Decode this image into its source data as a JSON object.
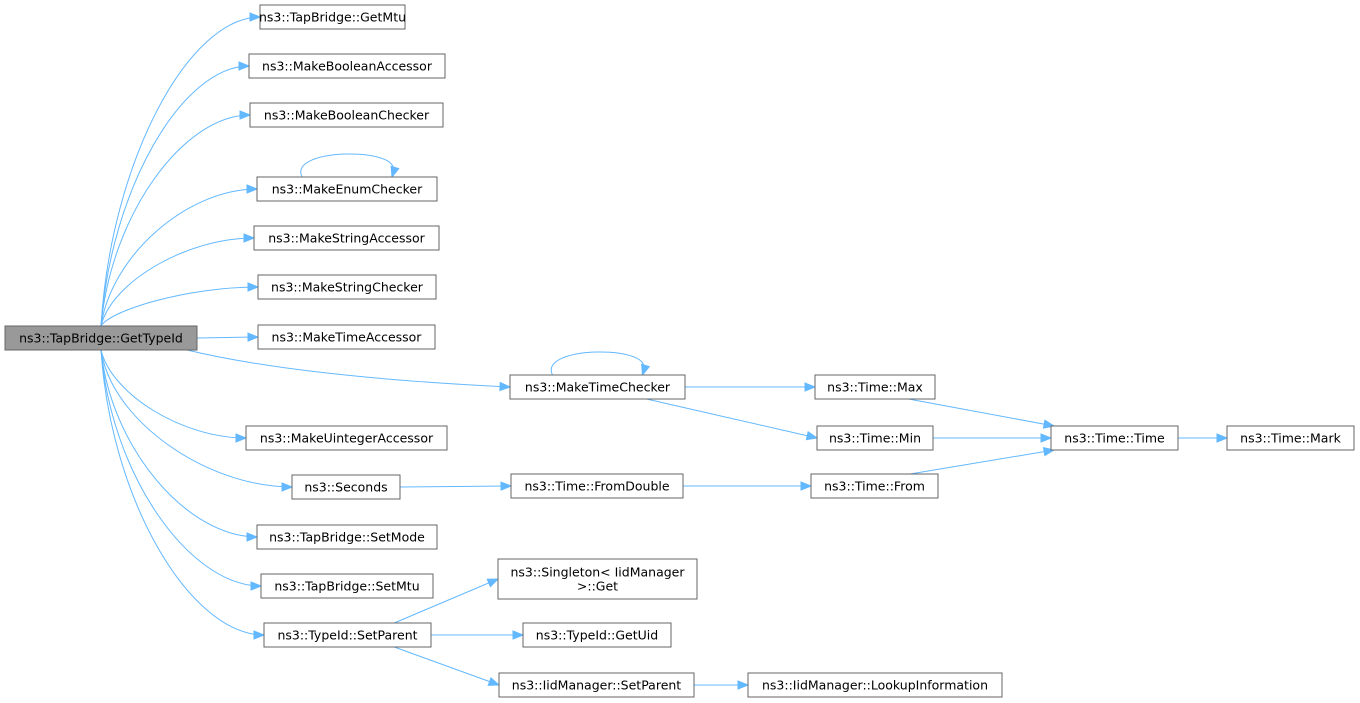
{
  "graph": {
    "root": "ns3::TapBridge::GetTypeId",
    "edge_color": "#63b8ff",
    "root_fill": "#999999",
    "nodes": [
      {
        "id": "getTypeId",
        "label": "ns3::TapBridge::GetTypeId"
      },
      {
        "id": "getMtu",
        "label": "ns3::TapBridge::GetMtu"
      },
      {
        "id": "makeBoolAcc",
        "label": "ns3::MakeBooleanAccessor"
      },
      {
        "id": "makeBoolChk",
        "label": "ns3::MakeBooleanChecker"
      },
      {
        "id": "makeEnumChk",
        "label": "ns3::MakeEnumChecker"
      },
      {
        "id": "makeStrAcc",
        "label": "ns3::MakeStringAccessor"
      },
      {
        "id": "makeStrChk",
        "label": "ns3::MakeStringChecker"
      },
      {
        "id": "makeTimeAcc",
        "label": "ns3::MakeTimeAccessor"
      },
      {
        "id": "makeTimeChk",
        "label": "ns3::MakeTimeChecker"
      },
      {
        "id": "makeUintAcc",
        "label": "ns3::MakeUintegerAccessor"
      },
      {
        "id": "seconds",
        "label": "ns3::Seconds"
      },
      {
        "id": "setMode",
        "label": "ns3::TapBridge::SetMode"
      },
      {
        "id": "setMtu",
        "label": "ns3::TapBridge::SetMtu"
      },
      {
        "id": "setParent",
        "label": "ns3::TypeId::SetParent"
      },
      {
        "id": "timeMax",
        "label": "ns3::Time::Max"
      },
      {
        "id": "timeMin",
        "label": "ns3::Time::Min"
      },
      {
        "id": "timeTime",
        "label": "ns3::Time::Time"
      },
      {
        "id": "timeMark",
        "label": "ns3::Time::Mark"
      },
      {
        "id": "fromDouble",
        "label": "ns3::Time::FromDouble"
      },
      {
        "id": "timeFrom",
        "label": "ns3::Time::From"
      },
      {
        "id": "singletonGet",
        "label": [
          "ns3::Singleton< IidManager",
          ">::Get"
        ]
      },
      {
        "id": "getUid",
        "label": "ns3::TypeId::GetUid"
      },
      {
        "id": "iidSetParent",
        "label": "ns3::IidManager::SetParent"
      },
      {
        "id": "lookupInfo",
        "label": "ns3::IidManager::LookupInformation"
      }
    ],
    "edges": [
      [
        "getTypeId",
        "getMtu"
      ],
      [
        "getTypeId",
        "makeBoolAcc"
      ],
      [
        "getTypeId",
        "makeBoolChk"
      ],
      [
        "getTypeId",
        "makeEnumChk"
      ],
      [
        "makeEnumChk",
        "makeEnumChk"
      ],
      [
        "getTypeId",
        "makeStrAcc"
      ],
      [
        "getTypeId",
        "makeStrChk"
      ],
      [
        "getTypeId",
        "makeTimeAcc"
      ],
      [
        "getTypeId",
        "makeTimeChk"
      ],
      [
        "makeTimeChk",
        "makeTimeChk"
      ],
      [
        "makeTimeChk",
        "timeMax"
      ],
      [
        "makeTimeChk",
        "timeMin"
      ],
      [
        "timeMax",
        "timeTime"
      ],
      [
        "timeMin",
        "timeTime"
      ],
      [
        "timeTime",
        "timeMark"
      ],
      [
        "getTypeId",
        "makeUintAcc"
      ],
      [
        "getTypeId",
        "seconds"
      ],
      [
        "seconds",
        "fromDouble"
      ],
      [
        "fromDouble",
        "timeFrom"
      ],
      [
        "timeFrom",
        "timeTime"
      ],
      [
        "getTypeId",
        "setMode"
      ],
      [
        "getTypeId",
        "setMtu"
      ],
      [
        "getTypeId",
        "setParent"
      ],
      [
        "setParent",
        "singletonGet"
      ],
      [
        "setParent",
        "getUid"
      ],
      [
        "setParent",
        "iidSetParent"
      ],
      [
        "iidSetParent",
        "lookupInfo"
      ]
    ]
  }
}
